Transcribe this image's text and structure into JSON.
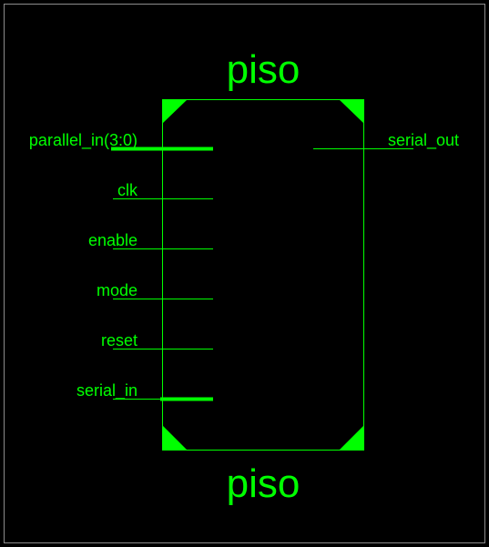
{
  "schematic": {
    "title_top": "piso",
    "title_bottom": "piso",
    "colors": {
      "background": "#000000",
      "frame": "#8c8c8c",
      "symbol": "#00ff00"
    },
    "inputs": [
      {
        "label": "parallel_in(3:0)",
        "bus": true
      },
      {
        "label": "clk",
        "bus": false
      },
      {
        "label": "enable",
        "bus": false
      },
      {
        "label": "mode",
        "bus": false
      },
      {
        "label": "reset",
        "bus": false
      },
      {
        "label": "serial_in",
        "bus": true
      }
    ],
    "outputs": [
      {
        "label": "serial_out",
        "bus": false
      }
    ]
  }
}
